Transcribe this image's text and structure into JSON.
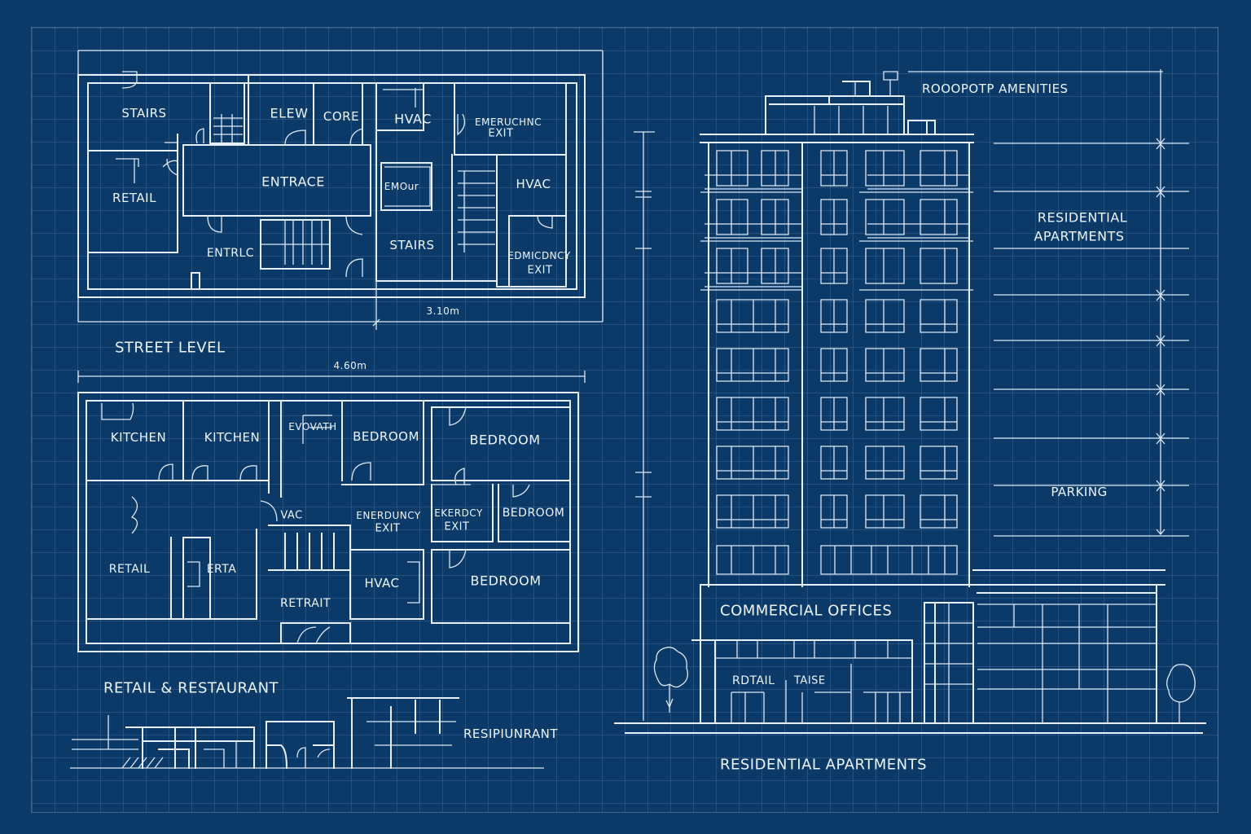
{
  "colors": {
    "background": "#0b3a69",
    "line": "#e8f1fb",
    "grid": "#4f7aa8"
  },
  "street_level_plan": {
    "title": "STREET LEVEL",
    "dimension": "3.10m",
    "rooms": {
      "stairs_nw": "STAIRS",
      "elev": "ELEW",
      "core": "CORE",
      "hvac_1": "HVAC",
      "emergency_exit_1_line1": "EMERUCHNC",
      "emergency_exit_1_line2": "EXIT",
      "retail": "RETAIL",
      "entrance": "ENTRACE",
      "emour": "EMOur",
      "hvac_2": "HVAC",
      "stairs_center": "STAIRS",
      "entrance_2": "ENTRLC",
      "emergency_exit_2_line1": "EDMICDNCY",
      "emergency_exit_2_line2": "EXIT"
    }
  },
  "upper_plan": {
    "title": "RETAIL & RESTAURANT",
    "dimension": "4.60m",
    "rooms": {
      "kitchen_1": "KITCHEN",
      "kitchen_2": "KITCHEN",
      "evovath": "EVOVATH",
      "bedroom_1": "BEDROOM",
      "bedroom_2": "BEDROOM",
      "vac": "VAC",
      "emergency_exit_1_line1": "ENERDUNCY",
      "emergency_exit_1_line2": "EXIT",
      "emergency_exit_2_line1": "EKERDCY",
      "emergency_exit_2_line2": "EXIT",
      "bedroom_3": "BEDROOM",
      "retail": "RETAIL",
      "erta": "ERTA",
      "hvac": "HVAC",
      "retrait": "RETRAIT",
      "bedroom_4": "BEDROOM"
    }
  },
  "street_elevation": {
    "sign": "RESIPIUNRANT"
  },
  "building_elevation": {
    "title": "RESIDENTIAL APARTMENTS",
    "labels": {
      "rooftop": "ROOOPOTP  AMENITIES",
      "residential_line1": "RESIDENTIAL",
      "residential_line2": "APARTMENTS",
      "parking": "PARKING",
      "commercial": "COMMERCIAL OFFICES",
      "retail_sign": "RDTAIL",
      "retail_sign_2": "TAISE"
    },
    "floors": 9
  }
}
